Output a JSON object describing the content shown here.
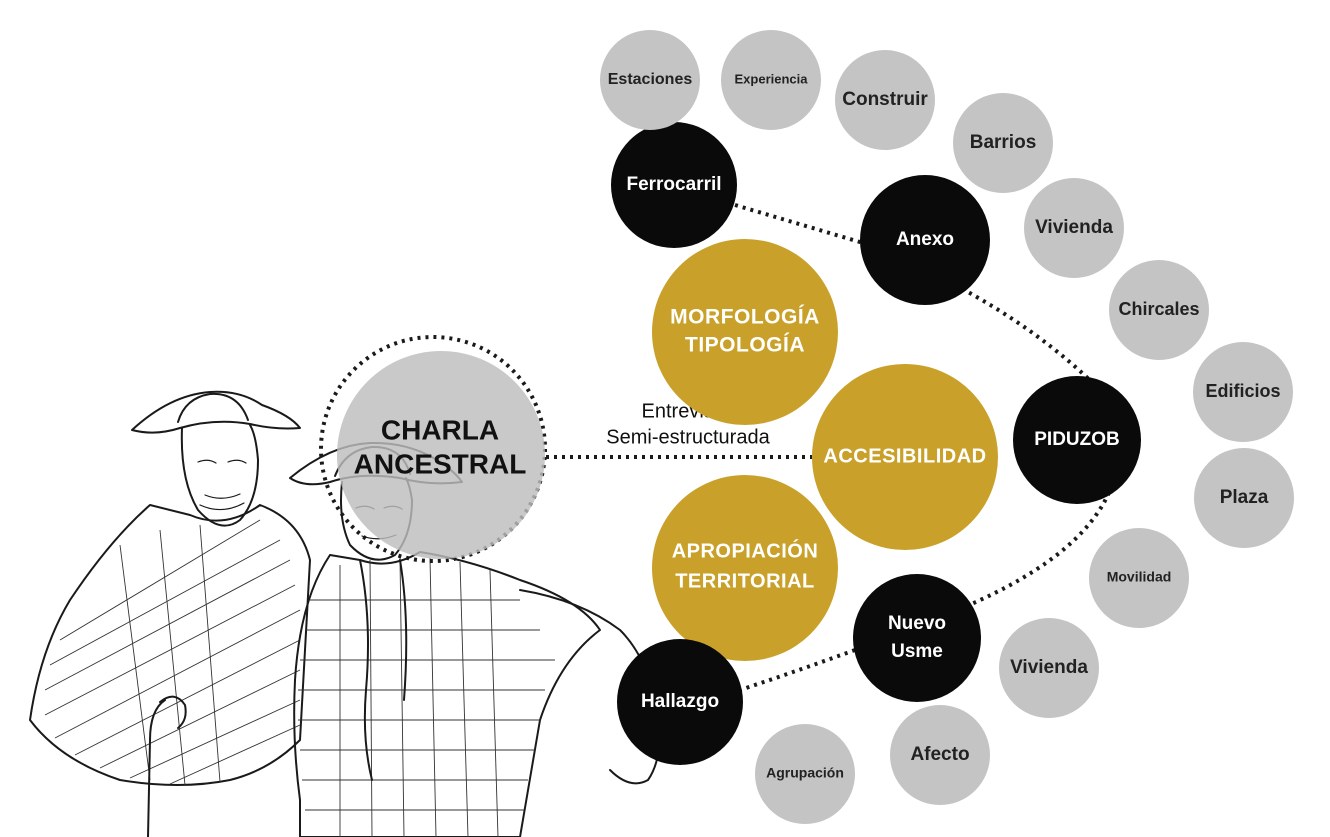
{
  "center": {
    "label_line1": "CHARLA",
    "label_line2": "ANCESTRAL"
  },
  "interview": {
    "line1": "Entrevista",
    "line2": "Semi-estructurada"
  },
  "categories": [
    {
      "id": "morfologia",
      "line1": "MORFOLOGÍA",
      "line2": "TIPOLOGÍA"
    },
    {
      "id": "accesibilidad",
      "line1": "ACCESIBILIDAD",
      "line2": ""
    },
    {
      "id": "apropiacion",
      "line1": "APROPIACIÓN",
      "line2": "TERRITORIAL"
    }
  ],
  "hubs": [
    {
      "id": "ferrocarril",
      "line1": "Ferrocarril",
      "line2": ""
    },
    {
      "id": "anexo",
      "line1": "Anexo",
      "line2": ""
    },
    {
      "id": "piduzob",
      "line1": "PIDUZOB",
      "line2": ""
    },
    {
      "id": "nuevo-usme",
      "line1": "Nuevo",
      "line2": "Usme"
    },
    {
      "id": "hallazgo",
      "line1": "Hallazgo",
      "line2": ""
    }
  ],
  "topics": [
    {
      "id": "estaciones",
      "label": "Estaciones"
    },
    {
      "id": "experiencia",
      "label": "Experiencia"
    },
    {
      "id": "construir",
      "label": "Construir"
    },
    {
      "id": "barrios",
      "label": "Barrios"
    },
    {
      "id": "vivienda-1",
      "label": "Vivienda"
    },
    {
      "id": "chircales",
      "label": "Chircales"
    },
    {
      "id": "edificios",
      "label": "Edificios"
    },
    {
      "id": "plaza",
      "label": "Plaza"
    },
    {
      "id": "movilidad",
      "label": "Movilidad"
    },
    {
      "id": "vivienda-2",
      "label": "Vivienda"
    },
    {
      "id": "afecto",
      "label": "Afecto"
    },
    {
      "id": "agrupacion",
      "label": "Agrupación"
    }
  ],
  "colors": {
    "gold": "#C9A12A",
    "black": "#0a0a0a",
    "gray": "#C4C4C4",
    "center_fill": "#BDBDBD",
    "dots": "#1a1a1a"
  }
}
